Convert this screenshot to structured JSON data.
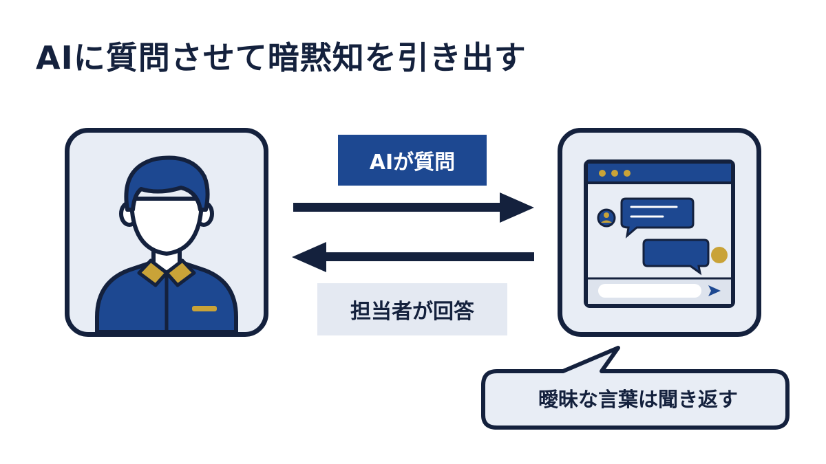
{
  "title": "AIに質問させて暗黙知を引き出す",
  "labels": {
    "ai_asks": "AIが質問",
    "user_answers": "担当者が回答"
  },
  "callout": {
    "text": "曖昧な言葉は聞き返す"
  },
  "icons": {
    "person": "staff-person-icon",
    "chat": "chat-window-icon",
    "send": "send-icon"
  },
  "colors": {
    "navy": "#14213d",
    "blue": "#1d4891",
    "gold": "#c9a338",
    "panel_bg": "#e8edf5",
    "label_light_bg": "#e4e9f2"
  }
}
